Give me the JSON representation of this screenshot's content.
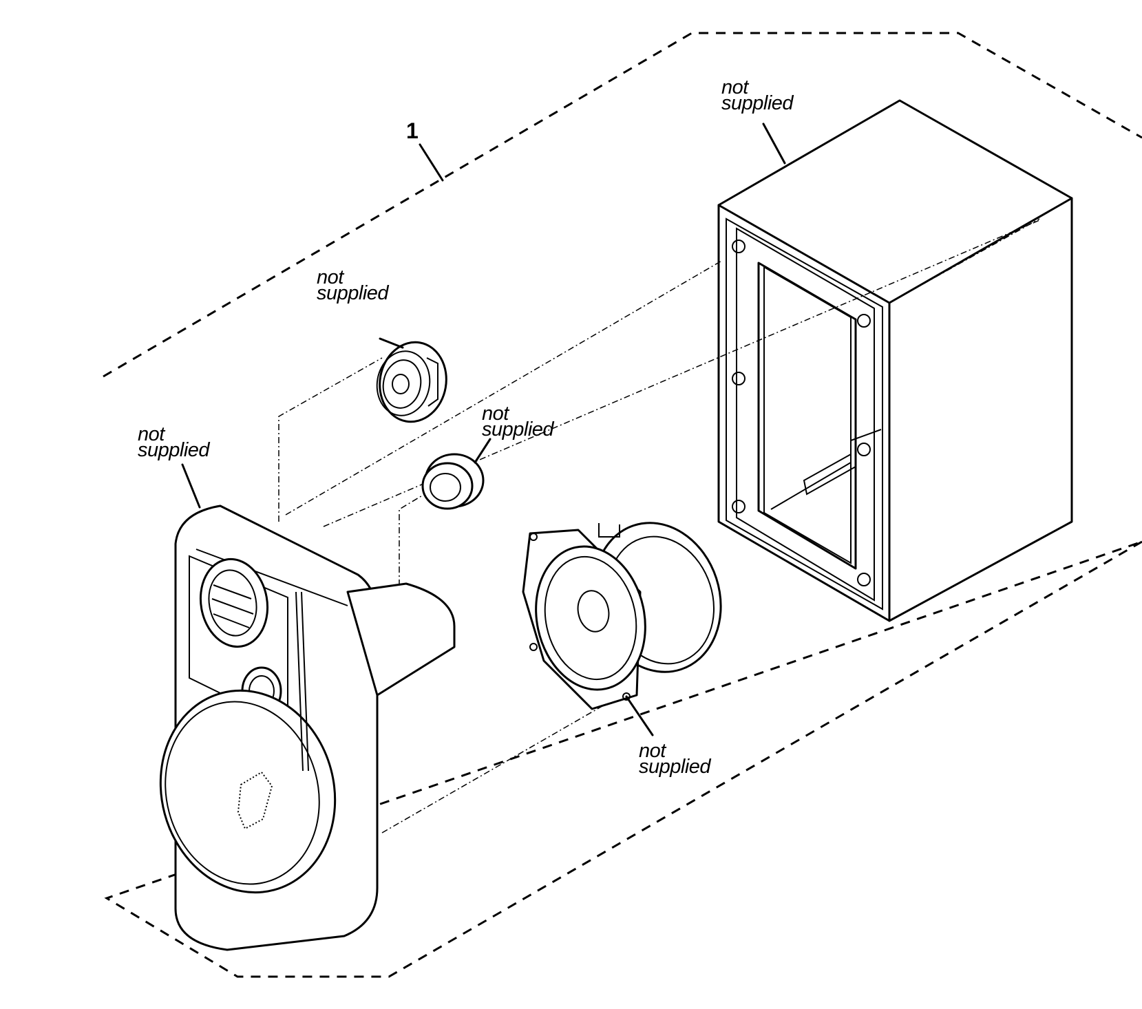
{
  "assembly": {
    "item_number": "1"
  },
  "labels": {
    "tweeter": {
      "line1": "not",
      "line2": "supplied"
    },
    "front_baffle": {
      "line1": "not",
      "line2": "supplied"
    },
    "dome_tweeter": {
      "line1": "not",
      "line2": "supplied"
    },
    "cabinet": {
      "line1": "not",
      "line2": "supplied"
    },
    "woofer": {
      "line1": "not",
      "line2": "supplied"
    }
  }
}
